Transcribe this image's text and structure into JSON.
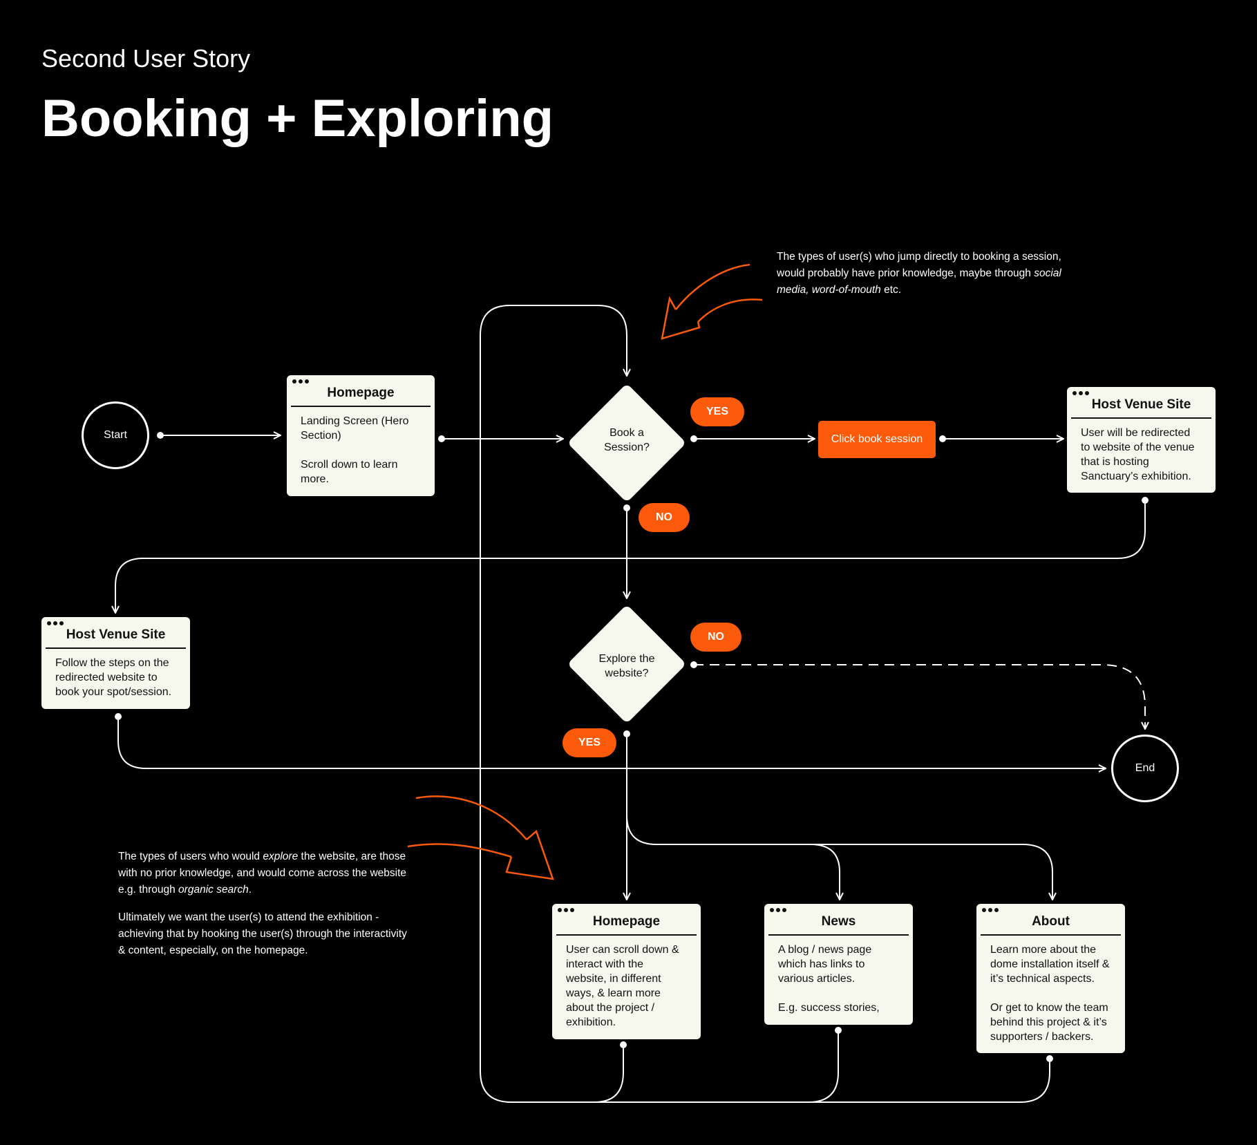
{
  "header": {
    "subtitle": "Second User Story",
    "title": "Booking + Exploring"
  },
  "colors": {
    "background": "#000000",
    "accent": "#fa5a0a",
    "card": "#f6f8ee",
    "line": "#ffffff"
  },
  "nodes": {
    "start": "Start",
    "end": "End",
    "homepage_1": {
      "title": "Homepage",
      "body": [
        "Landing Screen (Hero Section)",
        "Scroll down to learn more."
      ]
    },
    "decision_book": "Book a Session?",
    "decision_explore": "Explore the website?",
    "click_book": "Click book session",
    "host_venue_1": {
      "title": "Host Venue Site",
      "body": [
        "User will be redirected to website of the venue that is hosting Sanctuary’s exhibition."
      ]
    },
    "host_venue_2": {
      "title": "Host Venue Site",
      "body": [
        "Follow the steps on the redirected website to book your spot/session."
      ]
    },
    "homepage_2": {
      "title": "Homepage",
      "body": [
        "User can scroll down & interact with the website, in different ways, & learn more about the project / exhibition."
      ]
    },
    "news": {
      "title": "News",
      "body": [
        "A blog / news page which has links to various articles.",
        "E.g. success stories,"
      ]
    },
    "about": {
      "title": "About",
      "body": [
        "Learn more about the dome installation itself & it’s technical aspects.",
        "Or get to know the team behind this project & it’s supporters / backers."
      ]
    }
  },
  "labels": {
    "yes_1": "YES",
    "no_1": "NO",
    "no_2": "NO",
    "yes_2": "YES"
  },
  "notes": {
    "booking": {
      "part1": "The types of user(s) who jump directly to booking a session, would probably have prior knowledge, maybe through ",
      "em1": "social media",
      "sep": ", ",
      "em2": "word-of-mouth",
      "part2": " etc."
    },
    "explore": {
      "p1a": "The types of users who would ",
      "p1em": "explore",
      "p1b": " the website, are those with no prior knowledge, and would come across the website e.g. through ",
      "p1em2": "organic search",
      "p1c": ".",
      "p2": "Ultimately we want the user(s) to attend the exhibition - achieving that by hooking the user(s) through the interactivity & content, especially, on the homepage."
    }
  }
}
